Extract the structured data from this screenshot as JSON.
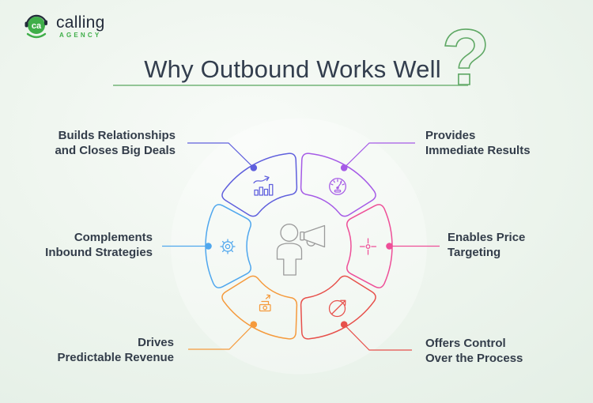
{
  "logo": {
    "icon": "headset-smiley-icon",
    "initials": "ca",
    "brand": "calling",
    "sub_brand": "AGENCY",
    "brand_color": "#232b3a",
    "green": "#3fae49"
  },
  "header": {
    "title": "Why Outbound Works Well",
    "question_mark": "?",
    "title_color": "#333e4e",
    "underline_color": "#93c596",
    "question_color": "#5fa865"
  },
  "center": {
    "icon": "person-with-megaphone-icon",
    "color": "#9b9b9b"
  },
  "segments": [
    {
      "position": "top-left",
      "icon": "bar-chart-growth-icon",
      "color": "#5f5fdd",
      "label_line1": "Builds Relationships",
      "label_line2": "and Closes Big Deals"
    },
    {
      "position": "top-right",
      "icon": "speedometer-icon",
      "color": "#a55ae6",
      "label_line1": "Provides",
      "label_line2": "Immediate Results"
    },
    {
      "position": "middle-left",
      "icon": "gear-icon",
      "color": "#4fa7ee",
      "label_line1": "Complements",
      "label_line2": "Inbound Strategies"
    },
    {
      "position": "middle-right",
      "icon": "crosshair-icon",
      "color": "#ee4f98",
      "label_line1": "Enables Price",
      "label_line2": "Targeting"
    },
    {
      "position": "bottom-left",
      "icon": "money-icon",
      "color": "#f59a3c",
      "label_line1": "Drives",
      "label_line2": "Predictable Revenue"
    },
    {
      "position": "bottom-right",
      "icon": "compass-arrow-icon",
      "color": "#e7504b",
      "label_line1": "Offers Control",
      "label_line2": "Over the Process"
    }
  ]
}
